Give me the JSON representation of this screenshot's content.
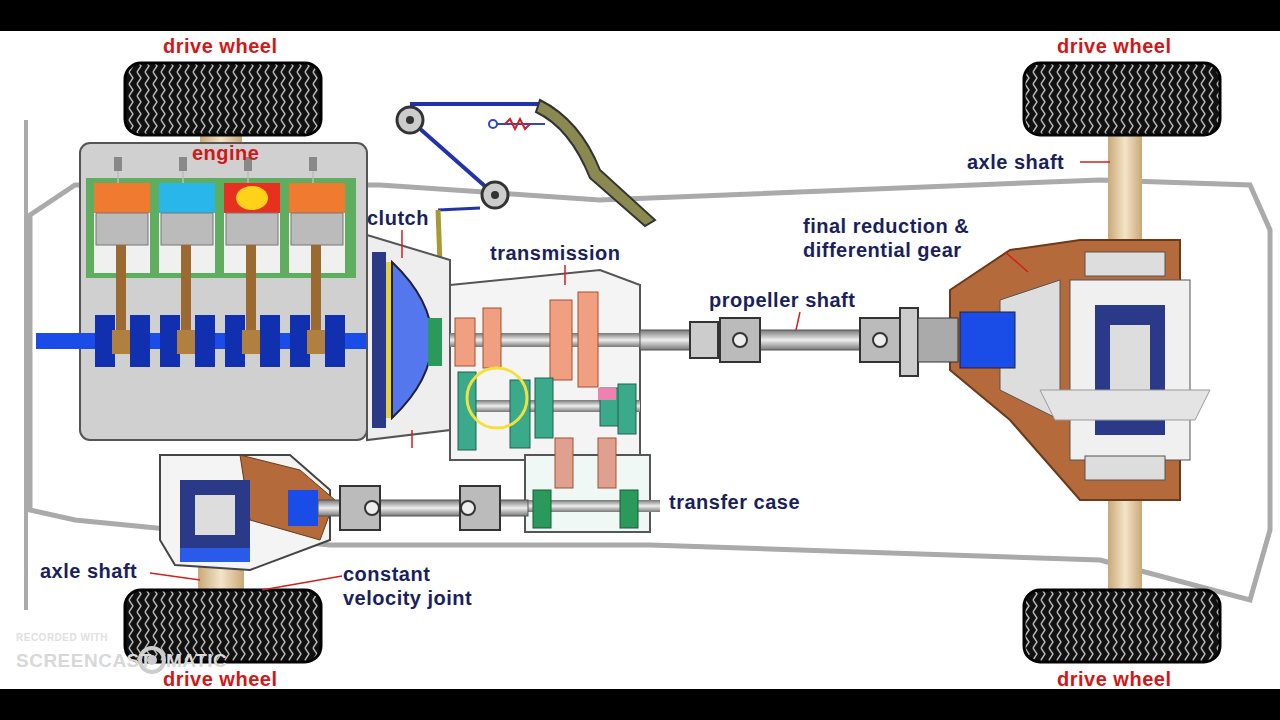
{
  "diagram": {
    "labels": [
      "drive wheel",
      "drive wheel",
      "engine",
      "axle shaft",
      "clutch",
      "final reduction & differential gear",
      "transmission",
      "propeller shaft",
      "transfer case",
      "axle shaft",
      "constant velocity joint",
      "RECORDED WITH",
      "SCREENCAST",
      "MATIC",
      "drive wheel",
      "drive wheel"
    ]
  }
}
